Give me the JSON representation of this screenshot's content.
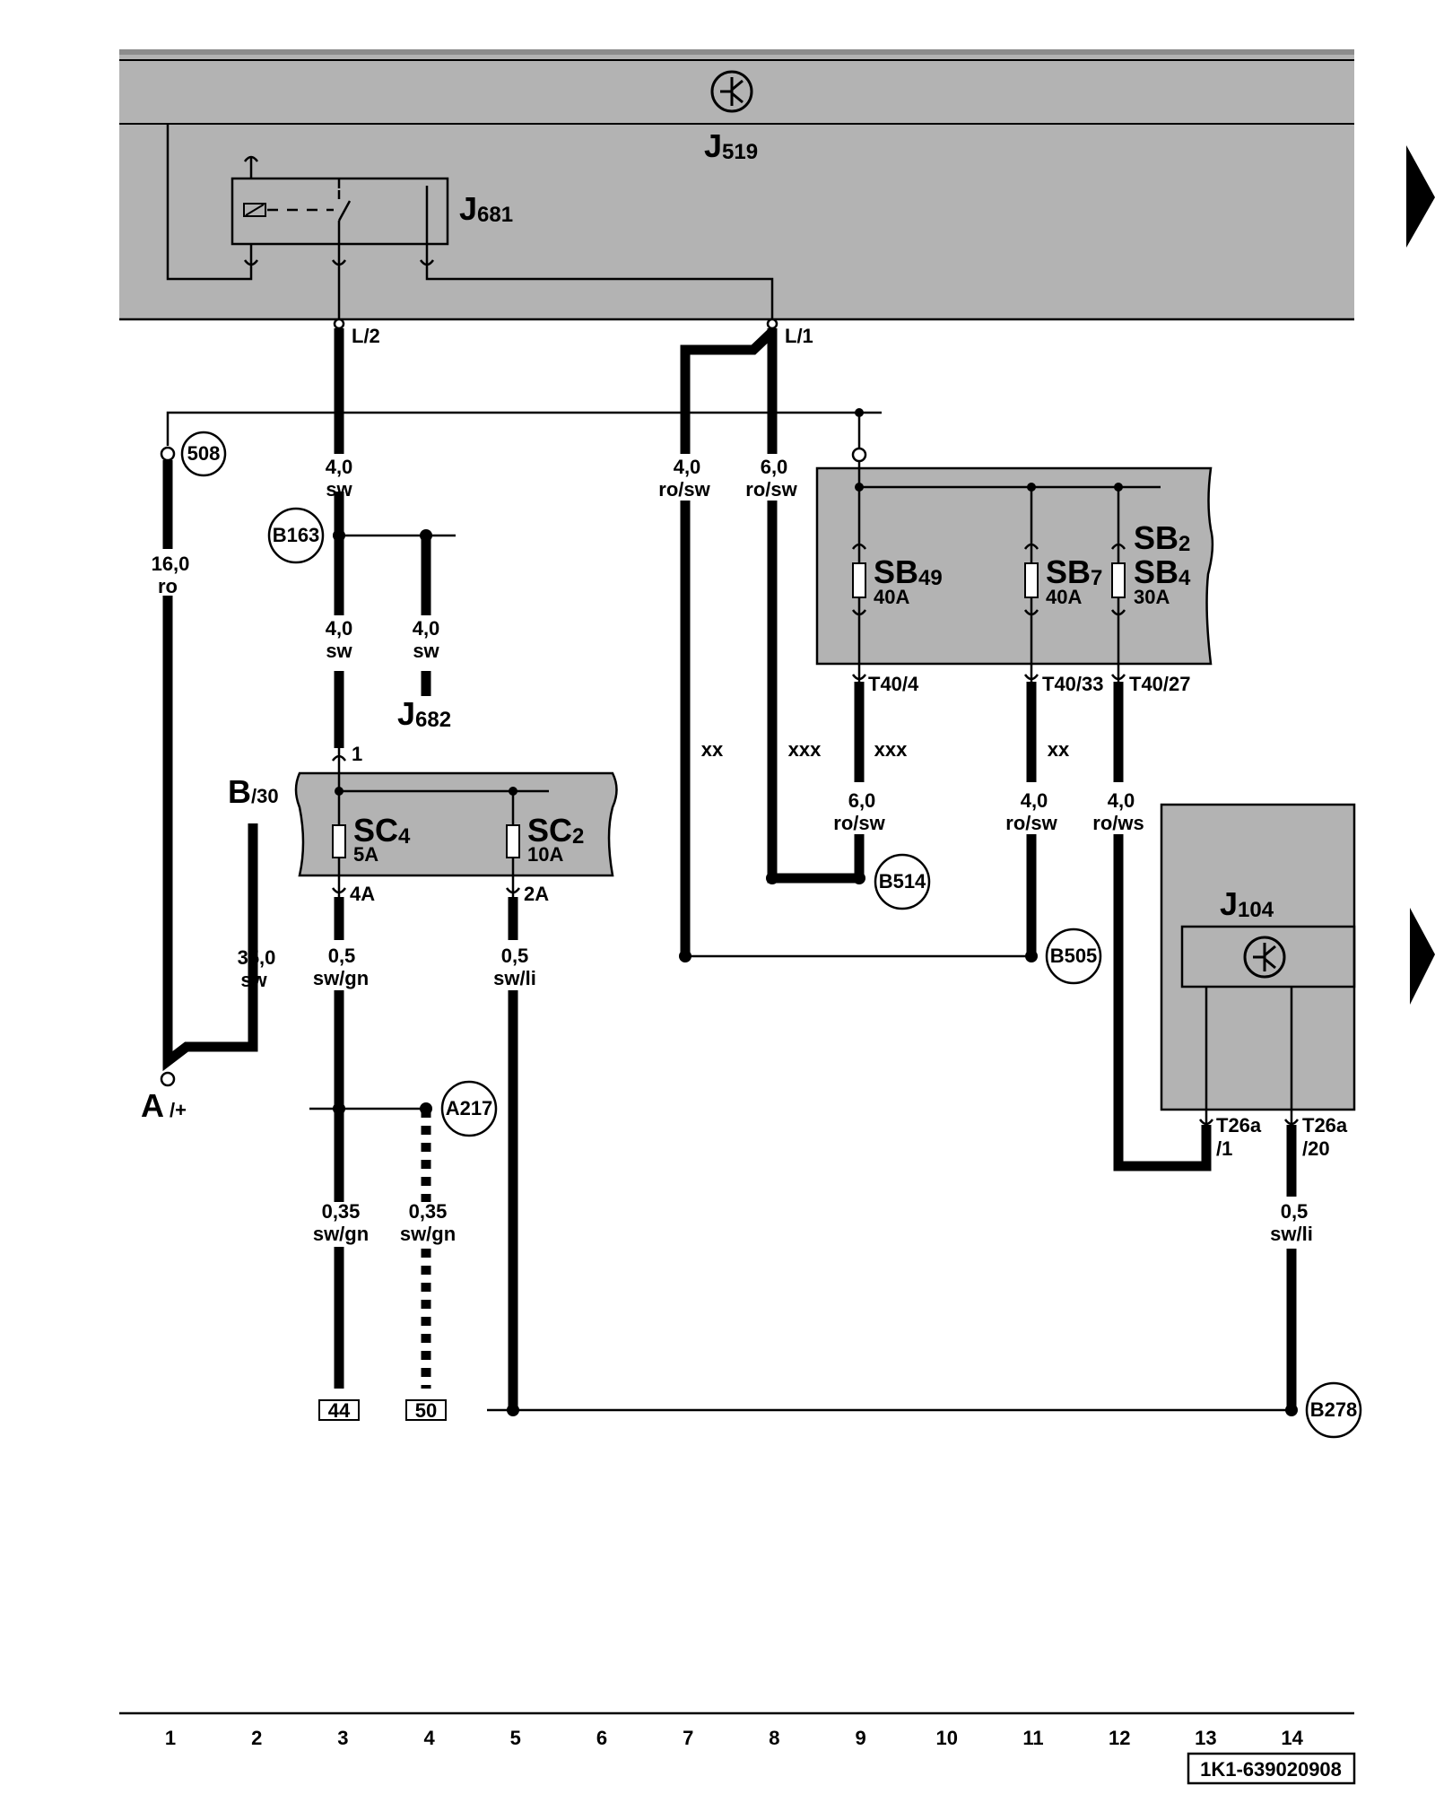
{
  "control_units": {
    "top": {
      "name": "J",
      "sub": "519"
    },
    "relay": {
      "name": "J",
      "sub": "681"
    },
    "j682": {
      "name": "J",
      "sub": "682"
    },
    "j104": {
      "name": "J",
      "sub": "104"
    }
  },
  "pins": {
    "l2": "L/2",
    "l1": "L/1",
    "sc_in": "1",
    "sc4_out": "4A",
    "sc2_out": "2A",
    "t40_4": "T40/4",
    "t40_33": "T40/33",
    "t40_27": "T40/27",
    "t26a_1_a": "T26a",
    "t26a_1_b": "/1",
    "t26a_20_a": "T26a",
    "t26a_20_b": "/20"
  },
  "fuses": {
    "sb49": {
      "name": "SB",
      "sub": "49",
      "rating": "40A"
    },
    "sb7": {
      "name": "SB",
      "sub": "7",
      "rating": "40A"
    },
    "sb2": {
      "name": "SB",
      "sub": "2"
    },
    "sb4": {
      "name": "SB",
      "sub": "4",
      "rating": "30A"
    },
    "sc4": {
      "name": "SC",
      "sub": "4",
      "rating": "5A"
    },
    "sc2": {
      "name": "SC",
      "sub": "2",
      "rating": "10A"
    }
  },
  "battery": {
    "a_main": "A",
    "a_sub": "/+",
    "b_main": "B",
    "b_sub": "/30"
  },
  "connections": {
    "c508": "508",
    "b163": "B163",
    "b514": "B514",
    "b505": "B505",
    "a217": "A217",
    "b278": "B278"
  },
  "wires": {
    "w_c3_top": {
      "size": "4,0",
      "color": "sw"
    },
    "w_c1": {
      "size": "16,0",
      "color": "ro"
    },
    "w_c3_mid": {
      "size": "4,0",
      "color": "sw"
    },
    "w_c4_j682": {
      "size": "4,0",
      "color": "sw"
    },
    "w_c7": {
      "size": "4,0",
      "color": "ro/sw"
    },
    "w_c8": {
      "size": "6,0",
      "color": "ro/sw"
    },
    "w_c9": {
      "size": "6,0",
      "color": "ro/sw"
    },
    "w_c11": {
      "size": "4,0",
      "color": "ro/sw"
    },
    "w_c12": {
      "size": "4,0",
      "color": "ro/ws"
    },
    "w_c2_b30": {
      "size": "35,0",
      "color": "sw"
    },
    "w_c3_sc4": {
      "size": "0,5",
      "color": "sw/gn"
    },
    "w_c5_sc2": {
      "size": "0,5",
      "color": "sw/li"
    },
    "w_c3_low": {
      "size": "0,35",
      "color": "sw/gn"
    },
    "w_c4_low": {
      "size": "0,35",
      "color": "sw/gn"
    },
    "w_c14": {
      "size": "0,5",
      "color": "sw/li"
    }
  },
  "markers": {
    "c7": "xx",
    "c8": "xxx",
    "c9": "xxx",
    "c11": "xx"
  },
  "references": {
    "r44": "44",
    "r50": "50"
  },
  "column_numbers": [
    "1",
    "2",
    "3",
    "4",
    "5",
    "6",
    "7",
    "8",
    "9",
    "10",
    "11",
    "12",
    "13",
    "14"
  ],
  "doc_code": "1K1-639020908"
}
